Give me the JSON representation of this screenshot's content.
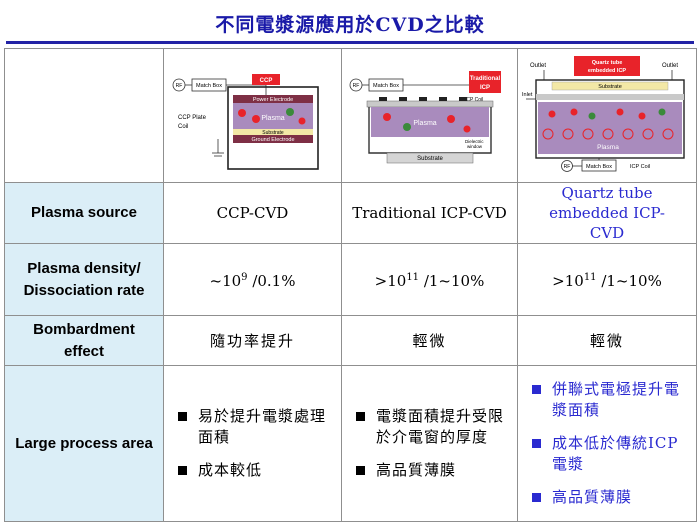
{
  "title": "不同電漿源應用於CVD之比較",
  "diagrams": {
    "ccp": {
      "label": "CCP",
      "match_box": "Match Box",
      "rf": "RF",
      "power_electrode": "Power Electrode",
      "plasma": "Plasma",
      "substrate": "Substrate",
      "ground_electrode": "Ground Electrode",
      "side_note_1": "CCP Plate",
      "side_note_2": "Coil"
    },
    "icp": {
      "label_1": "Traditional",
      "label_2": "ICP",
      "match_box": "Match Box",
      "rf": "RF",
      "coil": "ICP Coil",
      "plasma": "Plasma",
      "substrate": "Substrate",
      "window_1": "Dielectric",
      "window_2": "window"
    },
    "quartz": {
      "label_1": "Quartz tube",
      "label_2": "embedded  ICP",
      "outlet_left": "Outlet",
      "outlet_right": "Outlet",
      "inlet": "Inlet",
      "substrate": "Substrate",
      "plasma": "Plasma",
      "match_box": "Match Box",
      "coil": "ICP Coil",
      "rf": "RF"
    }
  },
  "rows": {
    "plasma_source": {
      "header": "Plasma source",
      "ccp": "CCP-CVD",
      "icp": "Traditional ICP-CVD",
      "quartz": "Quartz tube embedded ICP-CVD"
    },
    "density": {
      "header_1": "Plasma density/",
      "header_2": "Dissociation rate",
      "ccp": {
        "pre": "~10",
        "sup": "9",
        "post": " /0.1%"
      },
      "icp": {
        "pre": ">10",
        "sup": "11",
        "post": " /1~10%"
      },
      "quartz": {
        "pre": ">10",
        "sup": "11",
        "post": " /1~10%"
      }
    },
    "bombardment": {
      "header_1": "Bombardment",
      "header_2": "effect",
      "ccp": "隨功率提升",
      "icp": "輕微",
      "quartz": "輕微"
    },
    "large_area": {
      "header": "Large process area",
      "ccp": [
        "易於提升電漿處理面積",
        "成本較低"
      ],
      "icp": [
        "電漿面積提升受限於介電窗的厚度",
        "高品質薄膜"
      ],
      "quartz": [
        "併聯式電極提升電漿面積",
        "成本低於傳統ICP電漿",
        "高品質薄膜"
      ]
    }
  },
  "colors": {
    "title": "#1a1aa8",
    "header_fill": "#dbeef7",
    "quartz_text": "#2a2ad0",
    "diagram_red": "#e8232a",
    "plasma_purple": "#a98bbd"
  }
}
